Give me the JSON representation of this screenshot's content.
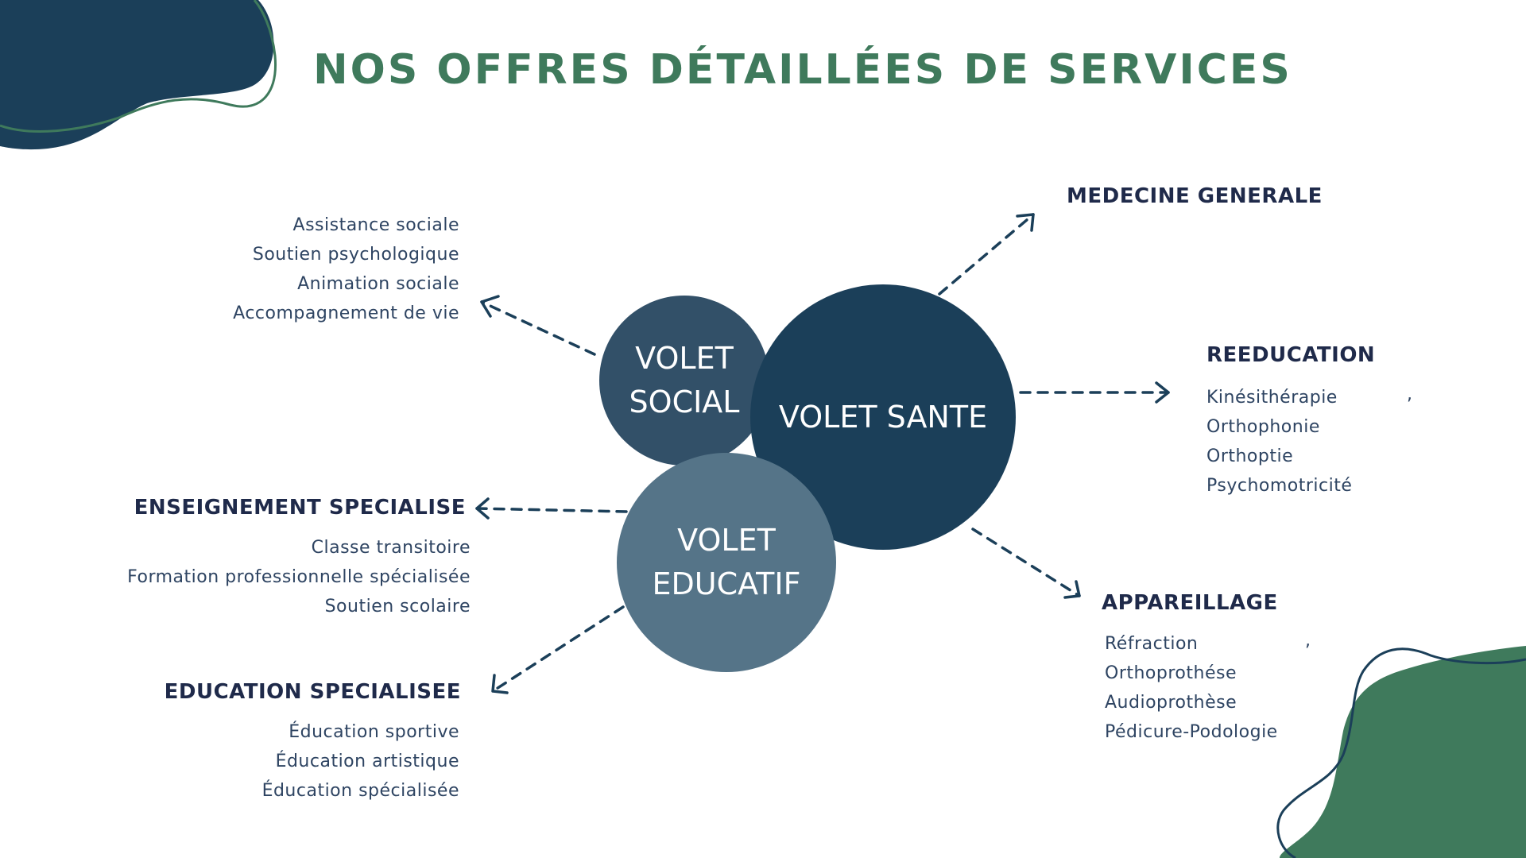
{
  "title": "NOS OFFRES DÉTAILLÉES DE SERVICES",
  "colors": {
    "title": "#3f7a5c",
    "navy": "#1b3f59",
    "green": "#3f7a5c",
    "heading": "#1f2a4a",
    "text": "#2e4462"
  },
  "nodes": {
    "social": "VOLET\nSOCIAL",
    "sante": "VOLET SANTE",
    "educatif": "VOLET\nEDUCATIF"
  },
  "groups": {
    "social_services": {
      "items": [
        "Assistance sociale",
        "Soutien psychologique",
        "Animation sociale",
        "Accompagnement de vie"
      ]
    },
    "medecine": {
      "heading": "MEDECINE GENERALE"
    },
    "reeducation": {
      "heading": "REEDUCATION",
      "items": [
        "Kinésithérapie",
        "Orthophonie",
        "Orthoptie",
        "Psychomotricité"
      ],
      "stray_mark": ","
    },
    "appareillage": {
      "heading": "APPAREILLAGE",
      "items": [
        "Réfraction",
        "Orthoprothése",
        "Audioprothèse",
        "Pédicure-Podologie"
      ],
      "stray_mark": ","
    },
    "enseignement": {
      "heading": "ENSEIGNEMENT SPECIALISE",
      "items": [
        "Classe transitoire",
        "Formation professionnelle spécialisée",
        "Soutien scolaire"
      ]
    },
    "education": {
      "heading": "EDUCATION SPECIALISEE",
      "items": [
        "Éducation sportive",
        "Éducation artistique",
        "Éducation spécialisée"
      ]
    }
  }
}
